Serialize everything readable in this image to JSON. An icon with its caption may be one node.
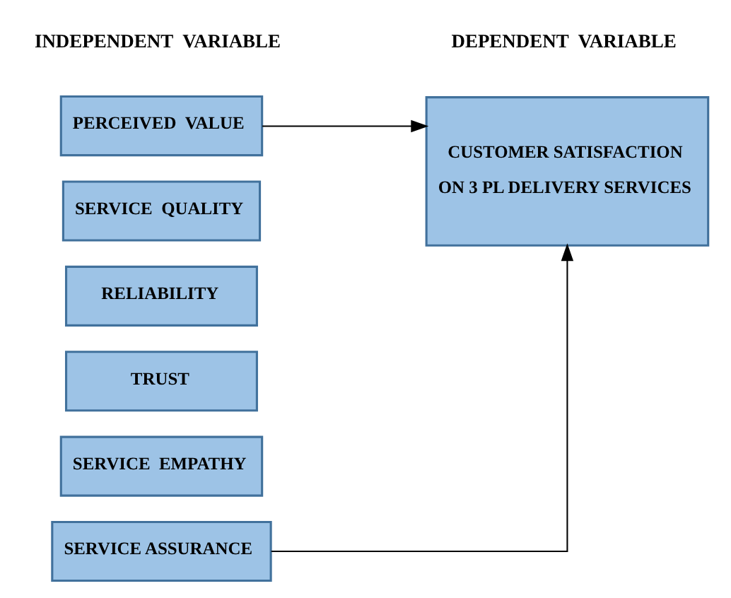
{
  "diagram": {
    "nodes": [
      {
        "text": [
          "PERCEIVED  VALUE"
        ]
      },
      {
        "text": [
          "SERVICE  QUALITY"
        ]
      },
      {
        "text": [
          "RELIABILITY"
        ]
      },
      {
        "text": [
          "TRUST"
        ]
      },
      {
        "text": [
          "SERVICE  EMPATHY"
        ]
      },
      {
        "text": [
          "SERVICE ASSURANCE"
        ]
      },
      {
        "text": [
          "CUSTOMER SATISFACTION",
          "ON 3 PL DELIVERY SERVICES"
        ]
      }
    ],
    "edges": [
      {
        "from": 0,
        "to": 6,
        "arrow": "to"
      },
      {
        "from": 5,
        "to": 6,
        "arrow": "to"
      }
    ],
    "labels": [
      "INDEPENDENT  VARIABLE",
      "DEPENDENT  VARIABLE"
    ]
  }
}
